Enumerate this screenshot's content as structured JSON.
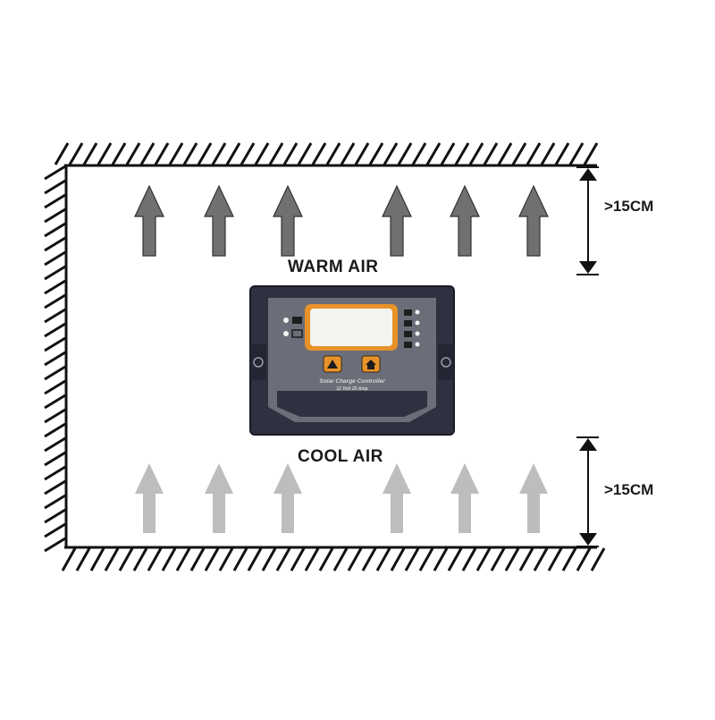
{
  "labels": {
    "warm_air": "WARM AIR",
    "cool_air": "COOL AIR",
    "clearance_top": ">15CM",
    "clearance_bottom": ">15CM"
  },
  "controller": {
    "name": "Solar Charge Controller",
    "rating": "12 Volt 20 Amp"
  },
  "arrows": {
    "warm_count": 6,
    "cool_count": 6,
    "warm_color": "#707070",
    "cool_color": "#bdbdbd"
  },
  "colors": {
    "wall": "#111111",
    "controller_body": "#2f3040",
    "controller_panel": "#6b6d78",
    "accent_orange": "#e8922a"
  }
}
